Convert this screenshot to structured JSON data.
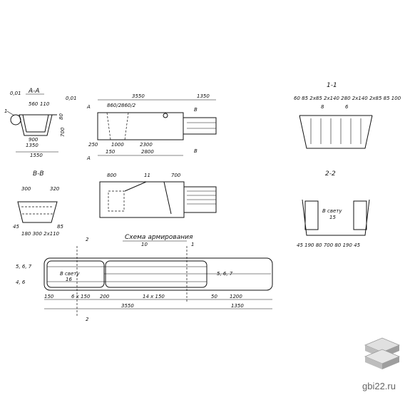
{
  "sections": {
    "aa": {
      "title": "А-А",
      "slope": "0,01",
      "dim_560": "560",
      "dim_110": "110",
      "dim_900": "900",
      "dim_1350": "1350",
      "dim_1550": "1550",
      "dim_80": "80",
      "dim_700": "700"
    },
    "elevation": {
      "dim_3550": "3550",
      "dim_1350": "1350",
      "dim_2300": "2300",
      "dim_1000": "1000",
      "dim_250": "250",
      "dim_150": "150",
      "dim_2800": "2800",
      "note_1": "860/2",
      "note_2": "860/2"
    },
    "bb": {
      "title": "В-В",
      "dim_300": "300",
      "dim_320": "320",
      "dim_45": "45",
      "dim_85": "85",
      "bottom": "180 300 2x110"
    },
    "plan": {
      "dim_800": "800",
      "dim_700": "700",
      "marker": "11"
    },
    "s11": {
      "title": "1-1",
      "dims": "60 85 2x85 2x140 280 2x140 2x85 85 100",
      "dim_8a": "8",
      "dim_6a": "6"
    },
    "s22": {
      "title": "2-2",
      "inner1": "В свету",
      "inner2": "15",
      "bottom": "45 190 80 700 80 190 45"
    },
    "reinf": {
      "title": "Схема армирования",
      "mark_2": "2",
      "mark_10": "10",
      "mark_1": "1",
      "left_a": "5, 6, 7",
      "left_b": "4, 6",
      "right_a": "5, 6, 7",
      "inner_a": "В свету",
      "inner_b": "16",
      "d_6x150": "6 x 150",
      "d_14x150": "14 x 150",
      "d_150": "150",
      "d_200": "200",
      "d_50": "50",
      "d_1200": "1200",
      "d_3550": "3550",
      "d_1350": "1350"
    }
  },
  "watermark": {
    "text": "gbi22.ru"
  },
  "colors": {
    "ink": "#111111",
    "watermark": "#666666"
  }
}
